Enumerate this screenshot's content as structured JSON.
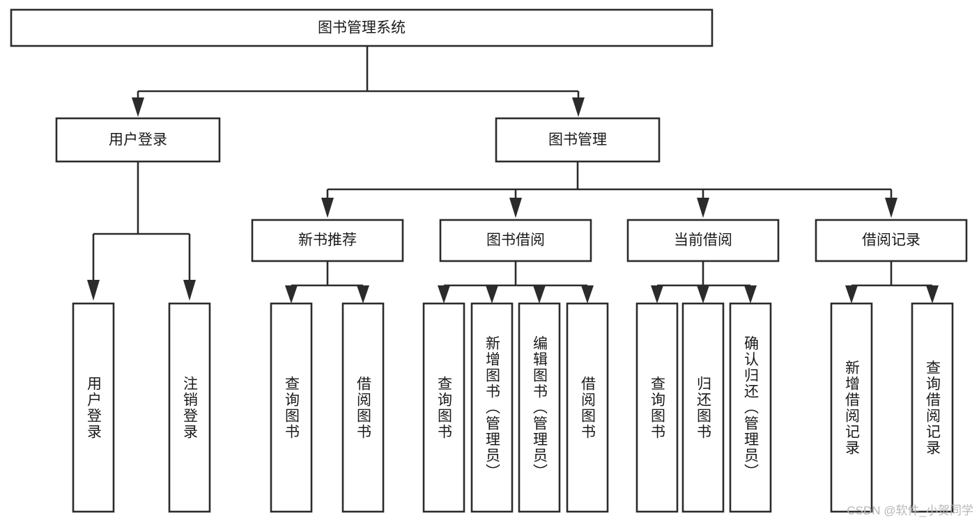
{
  "diagram": {
    "title": "图书管理系统",
    "type": "tree-hierarchy-flowchart",
    "orientation": "top-down",
    "colors": {
      "box_fill": "#ffffff",
      "box_stroke": "#2b2b2b",
      "text": "#1a1a1a",
      "canvas": "#ffffff",
      "watermark": "#b7b7b7"
    },
    "root": {
      "label": "图书管理系统"
    },
    "level1": [
      {
        "label": "用户登录"
      },
      {
        "label": "图书管理"
      }
    ],
    "level2": [
      {
        "label": "新书推荐"
      },
      {
        "label": "图书借阅"
      },
      {
        "label": "当前借阅"
      },
      {
        "label": "借阅记录"
      }
    ],
    "leaves": {
      "user_login": [
        {
          "label": "用户登录"
        },
        {
          "label": "注销登录"
        }
      ],
      "new_book_recommend": [
        {
          "label": "查询图书"
        },
        {
          "label": "借阅图书"
        }
      ],
      "book_borrow": [
        {
          "label": "查询图书"
        },
        {
          "label": "新增图书（管理员）"
        },
        {
          "label": "编辑图书（管理员）"
        },
        {
          "label": "借阅图书"
        }
      ],
      "current_borrow": [
        {
          "label": "查询图书"
        },
        {
          "label": "归还图书"
        },
        {
          "label": "确认归还（管理员）"
        }
      ],
      "borrow_records": [
        {
          "label": "新增借阅记录"
        },
        {
          "label": "查询借阅记录"
        }
      ]
    }
  },
  "watermark": {
    "text": "CSDN @软件_小贺同学"
  }
}
